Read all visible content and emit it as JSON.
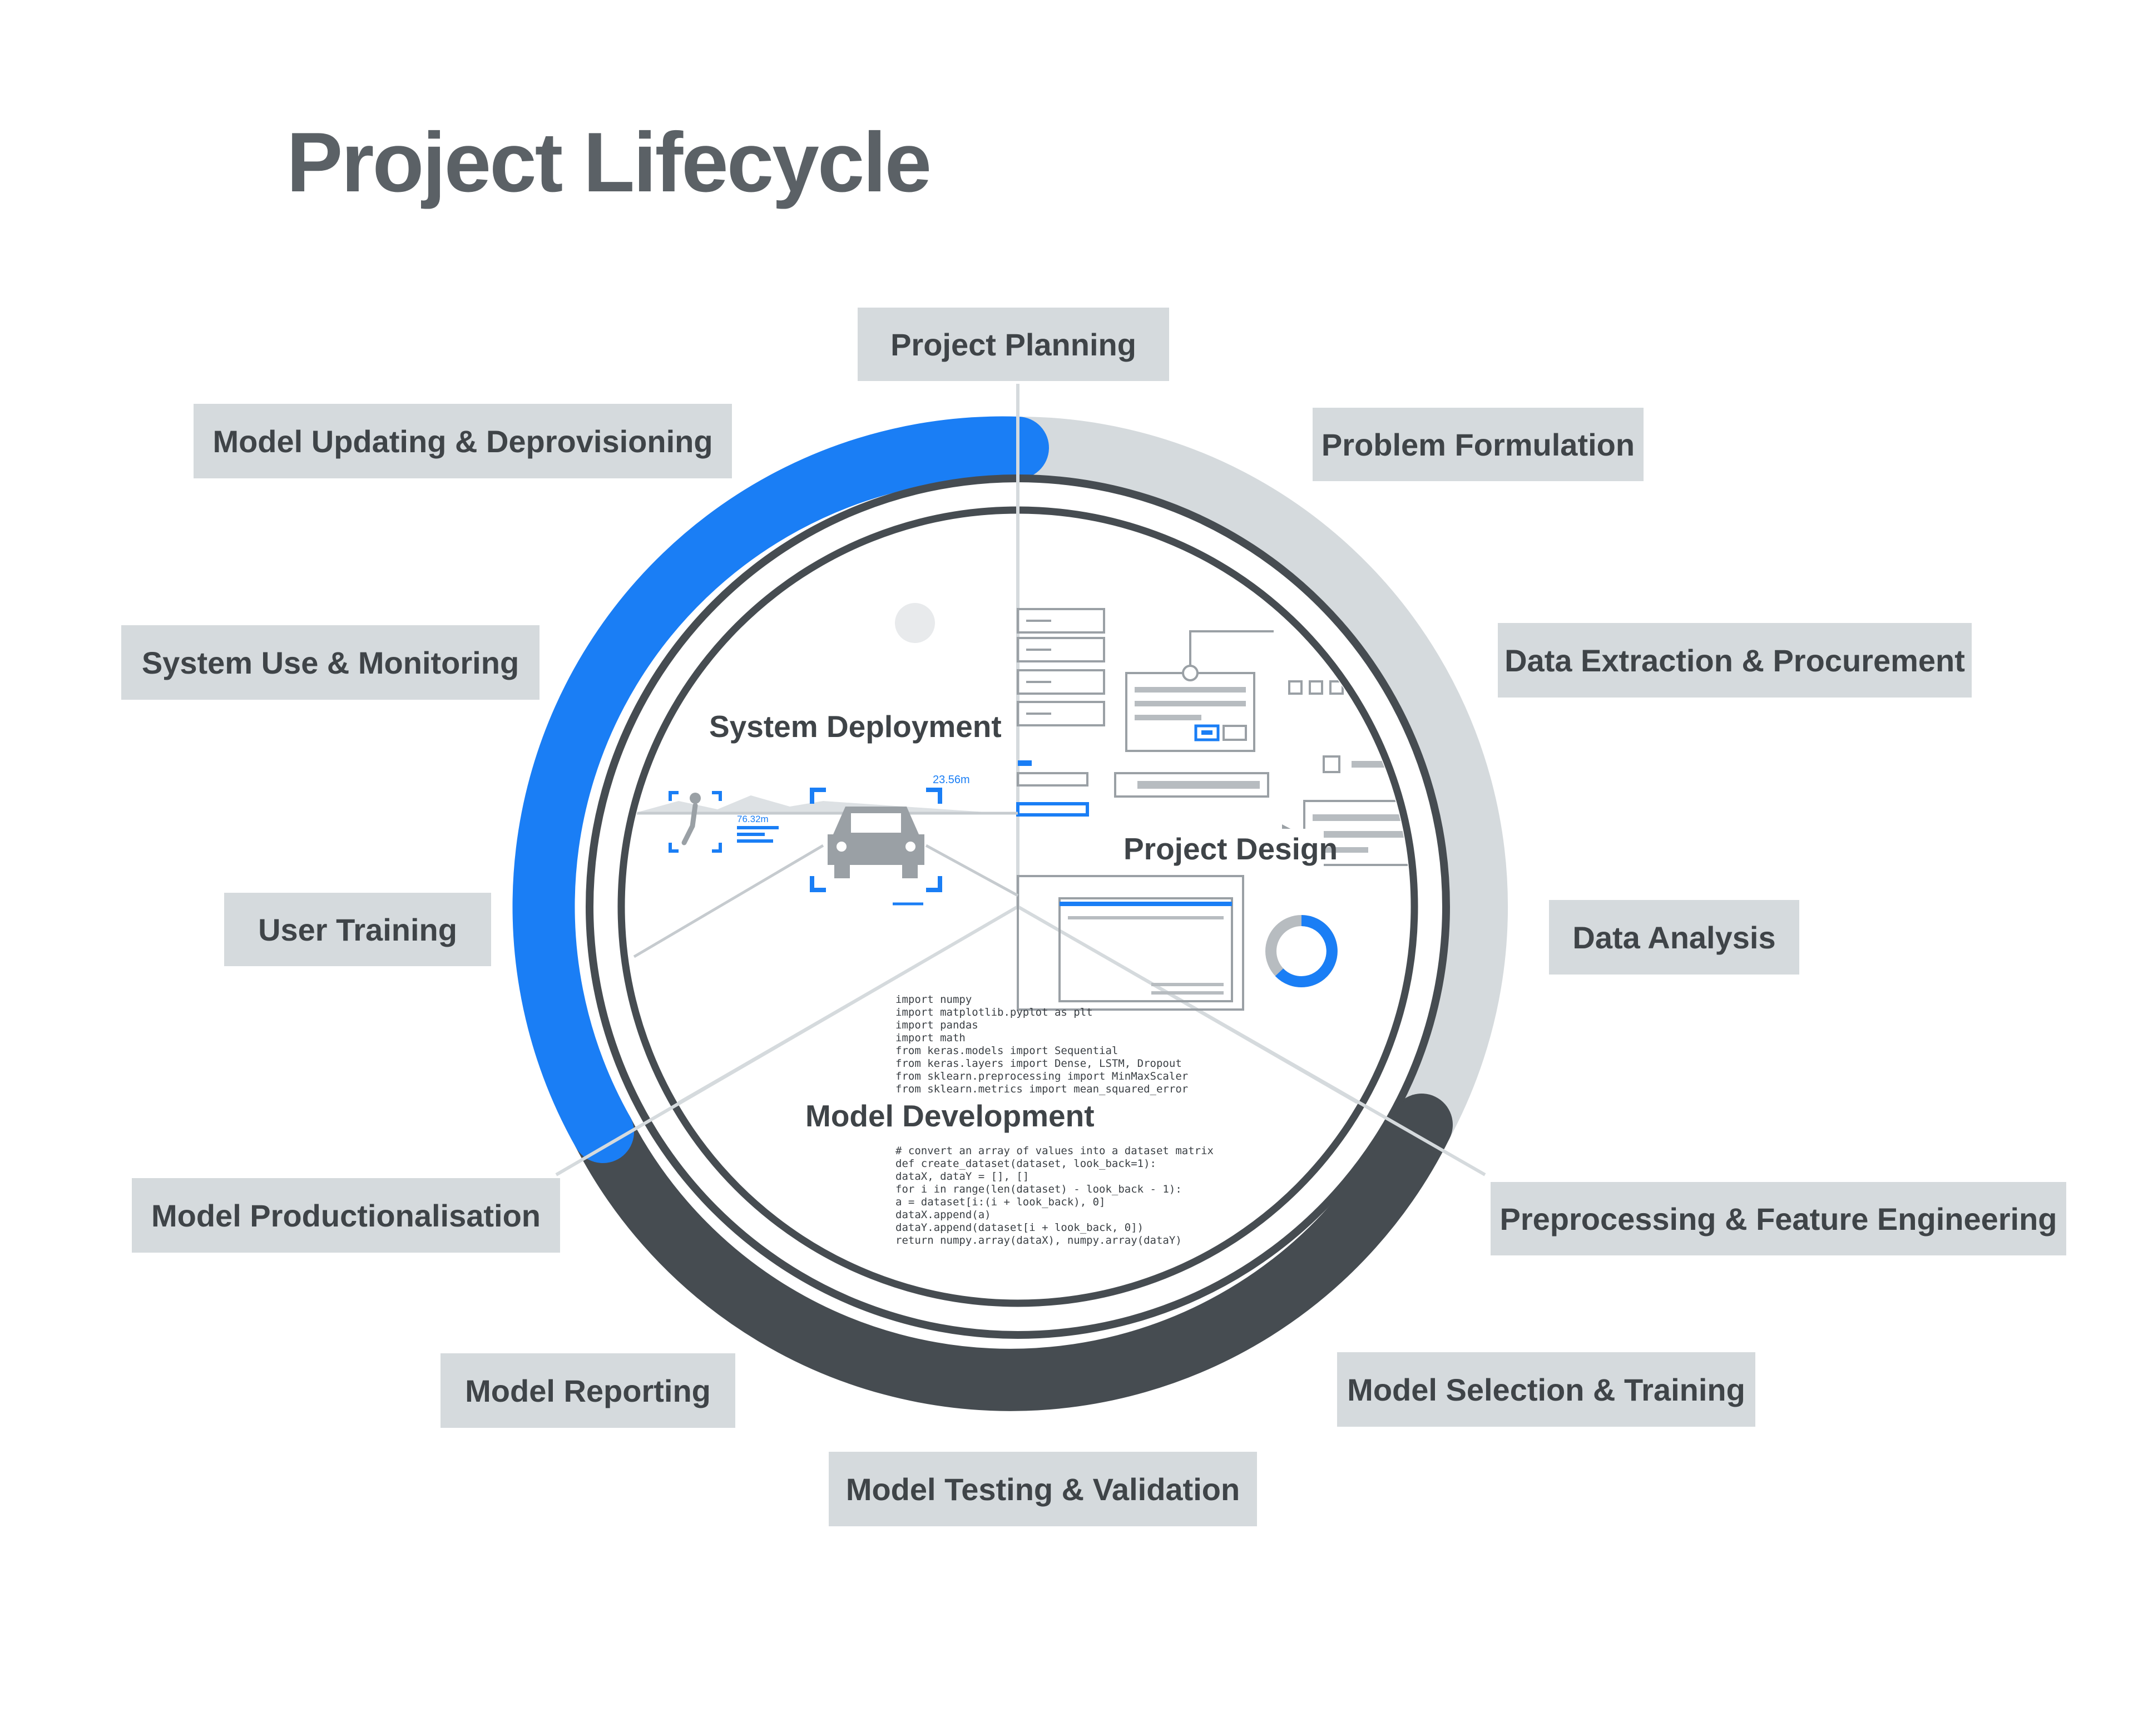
{
  "title": "Project Lifecycle",
  "stages": [
    "Project Planning",
    "Problem Formulation",
    "Data Extraction & Procurement",
    "Data Analysis",
    "Preprocessing & Feature Engineering",
    "Model Selection & Training",
    "Model Testing & Validation",
    "Model Reporting",
    "Model Productionalisation",
    "User Training",
    "System Use & Monitoring",
    "Model Updating & Deprovisioning"
  ],
  "phases": {
    "design": "Project Design",
    "development": "Model Development",
    "deployment": "System Deployment"
  },
  "deployment_labels": {
    "distance_car": "23.56m",
    "distance_person": "76.32m"
  },
  "code_lines": [
    "import numpy",
    "import matplotlib.pyplot as plt",
    "import pandas",
    "import math",
    "from keras.models import Sequential",
    "from keras.layers import Dense, LSTM, Dropout",
    "from sklearn.preprocessing import MinMaxScaler",
    "from sklearn.metrics import mean_squared_error",
    "# convert an array of values into a dataset matrix",
    "def create_dataset(dataset, look_back=1):",
    "    dataX, dataY = [], []",
    "    for i in range(len(dataset) - look_back - 1):",
    "        a = dataset[i:(i + look_back), 0]",
    "        dataX.append(a)",
    "        dataY.append(dataset[i + look_back, 0])",
    "    return numpy.array(dataX), numpy.array(dataY)"
  ],
  "colors": {
    "design_arc": "#d5dadd",
    "development_arc": "#464c51",
    "deployment_arc": "#1a7ef5",
    "label_box": "#d5dadd",
    "title": "#5b6166"
  }
}
